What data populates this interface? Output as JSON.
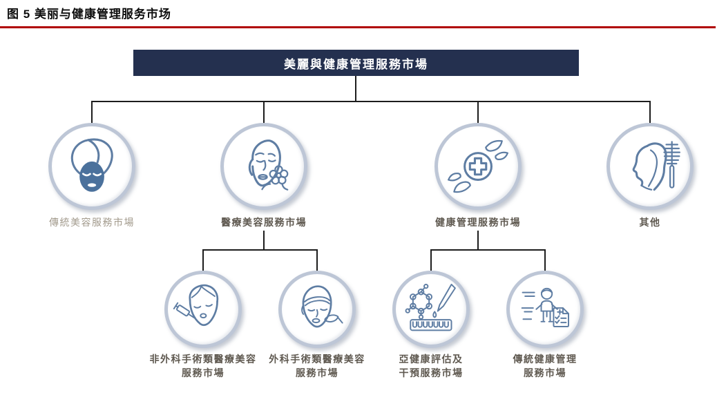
{
  "figure": {
    "title": "图 5 美丽与健康管理服务市场",
    "rule_color": "#b00000"
  },
  "tree": {
    "root": {
      "label": "美麗與健康管理服務市場",
      "bg_color": "#24304f",
      "text_color": "#ffffff"
    },
    "level1": [
      {
        "id": "traditional-beauty",
        "label": "傳統美容服務市場",
        "icon": "facial-mask-icon"
      },
      {
        "id": "medical-beauty",
        "label": "醫療美容服務市場",
        "icon": "face-flower-icon"
      },
      {
        "id": "health-management",
        "label": "健康管理服務市場",
        "icon": "medical-cross-leaves-icon"
      },
      {
        "id": "others",
        "label": "其他",
        "icon": "hair-brush-icon"
      }
    ],
    "level2": [
      {
        "parent": "medical-beauty",
        "label": "非外科手術類醫療美容\n服務市場",
        "icon": "injection-face-icon"
      },
      {
        "parent": "medical-beauty",
        "label": "外科手術類醫療美容\n服務市場",
        "icon": "scalpel-face-icon"
      },
      {
        "parent": "health-management",
        "label": "亞健康評估及\n干預服務市場",
        "icon": "pipette-molecule-icon"
      },
      {
        "parent": "health-management",
        "label": "傳統健康管理\n服務市場",
        "icon": "doctor-checklist-icon"
      }
    ],
    "style": {
      "connector_color": "#1c1c1c",
      "ring_color": "#bdc6d6",
      "icon_stroke_color": "#5e7da3",
      "mask_fill_color": "#4b719c"
    }
  }
}
